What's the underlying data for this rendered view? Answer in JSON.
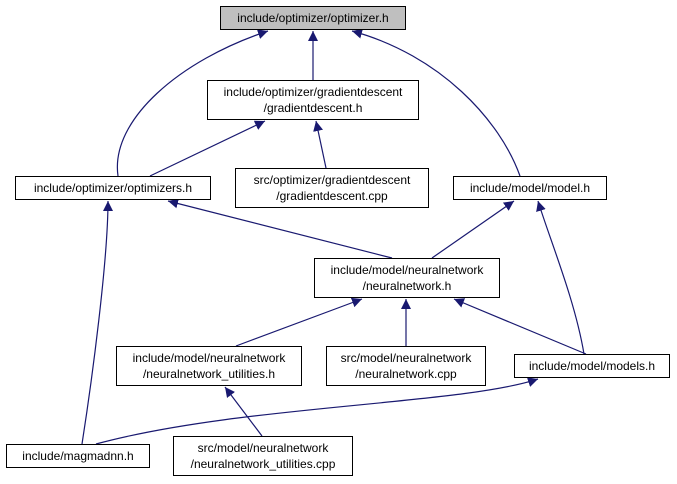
{
  "colors": {
    "edge": "#191970",
    "root_fill": "#bfbfbf",
    "node_fill": "#ffffff",
    "border": "#000000"
  },
  "nodes": {
    "optimizer_h": {
      "lines": [
        "include/optimizer/optimizer.h"
      ]
    },
    "gradientdescent_h": {
      "lines": [
        "include/optimizer/gradientdescent",
        "/gradientdescent.h"
      ]
    },
    "optimizers_h": {
      "lines": [
        "include/optimizer/optimizers.h"
      ]
    },
    "gradientdescent_cpp": {
      "lines": [
        "src/optimizer/gradientdescent",
        "/gradientdescent.cpp"
      ]
    },
    "model_h": {
      "lines": [
        "include/model/model.h"
      ]
    },
    "neuralnetwork_h": {
      "lines": [
        "include/model/neuralnetwork",
        "/neuralnetwork.h"
      ]
    },
    "nn_utilities_h": {
      "lines": [
        "include/model/neuralnetwork",
        "/neuralnetwork_utilities.h"
      ]
    },
    "neuralnetwork_cpp": {
      "lines": [
        "src/model/neuralnetwork",
        "/neuralnetwork.cpp"
      ]
    },
    "models_h": {
      "lines": [
        "include/model/models.h"
      ]
    },
    "magmadnn_h": {
      "lines": [
        "include/magmadnn.h"
      ]
    },
    "nn_utilities_cpp": {
      "lines": [
        "src/model/neuralnetwork",
        "/neuralnetwork_utilities.cpp"
      ]
    }
  },
  "edges": [
    {
      "from": "gradientdescent_h",
      "to": "optimizer_h"
    },
    {
      "from": "optimizers_h",
      "to": "optimizer_h"
    },
    {
      "from": "model_h",
      "to": "optimizer_h"
    },
    {
      "from": "optimizers_h",
      "to": "gradientdescent_h"
    },
    {
      "from": "gradientdescent_cpp",
      "to": "gradientdescent_h"
    },
    {
      "from": "magmadnn_h",
      "to": "optimizers_h"
    },
    {
      "from": "neuralnetwork_h",
      "to": "optimizers_h"
    },
    {
      "from": "neuralnetwork_h",
      "to": "model_h"
    },
    {
      "from": "models_h",
      "to": "model_h"
    },
    {
      "from": "nn_utilities_h",
      "to": "neuralnetwork_h"
    },
    {
      "from": "neuralnetwork_cpp",
      "to": "neuralnetwork_h"
    },
    {
      "from": "models_h",
      "to": "neuralnetwork_h"
    },
    {
      "from": "nn_utilities_cpp",
      "to": "nn_utilities_h"
    },
    {
      "from": "magmadnn_h",
      "to": "models_h"
    }
  ]
}
